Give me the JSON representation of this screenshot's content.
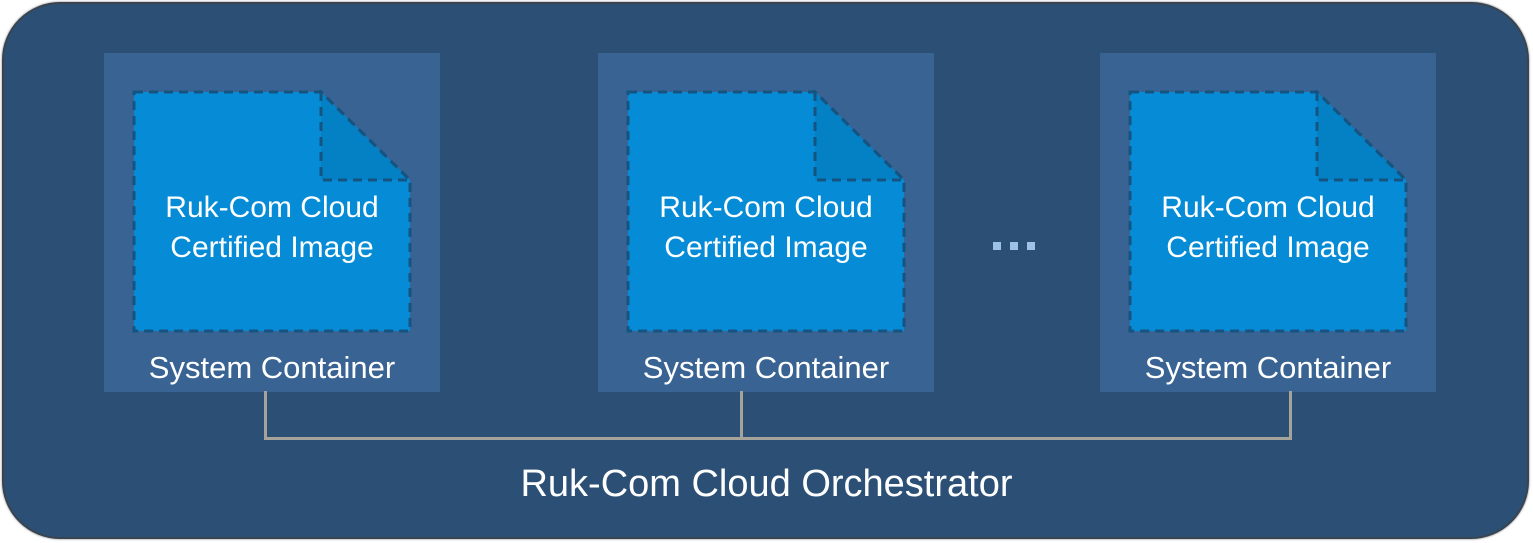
{
  "diagram": {
    "title": "Ruk-Com Cloud Orchestrator",
    "containers": [
      {
        "label": "System Container",
        "image": {
          "lines": [
            "Ruk-Com Cloud",
            "Certified Image"
          ]
        }
      },
      {
        "label": "System Container",
        "image": {
          "lines": [
            "Ruk-Com Cloud",
            "Certified Image"
          ]
        }
      },
      {
        "label": "System Container",
        "image": {
          "lines": [
            "Ruk-Com Cloud",
            "Certified Image"
          ]
        }
      }
    ],
    "ellipsis": {
      "icon_name": "ellipsis-dots",
      "dots": 3
    },
    "colors": {
      "background": "#2C5075",
      "container_bg": "#386393",
      "document_fill": "#068CD6",
      "document_fold_fill": "#0481C4",
      "dash_border": "#155380",
      "connector": "#A6A39B",
      "ellipsis_dot": "#9CC3E7",
      "text": "#FFFFFF"
    }
  }
}
